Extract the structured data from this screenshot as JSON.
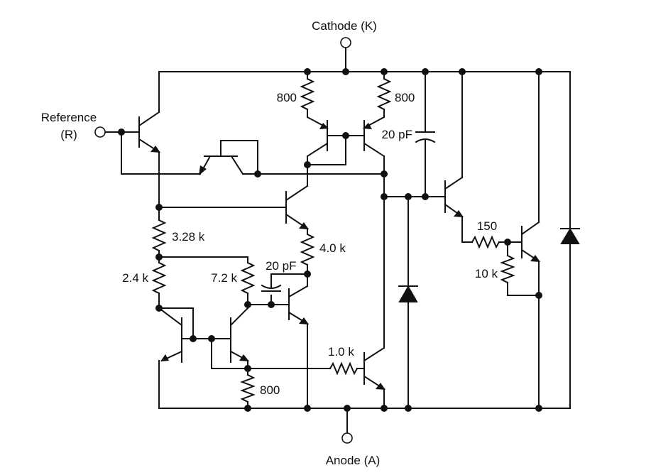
{
  "terminals": {
    "cathode": "Cathode (K)",
    "reference_line1": "Reference",
    "reference_line2": "(R)",
    "anode": "Anode (A)"
  },
  "components": {
    "r_top_left": "800",
    "r_top_right": "800",
    "c_top": "20 pF",
    "r_bias_upper": "3.28 k",
    "r_bias_lower": "2.4 k",
    "r_emitter": "4.0 k",
    "c_mid": "20 pF",
    "r_mirror": "7.2 k",
    "r_bottom": "800",
    "r_base_driver": "1.0 k",
    "r_out_series": "150",
    "r_out_shunt": "10 k"
  }
}
